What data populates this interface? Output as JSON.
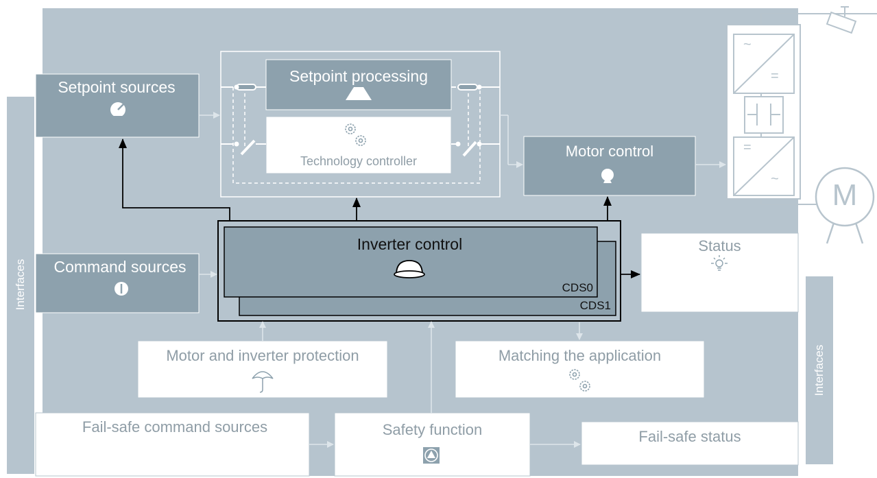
{
  "colors": {
    "background_panel": "#b6c4ce",
    "dark_block": "#8da1ad",
    "white_block": "#ffffff",
    "block_border": "#b7c4cd",
    "light_arrow": "#dde5ea",
    "dark_arrow": "#000000"
  },
  "blocks": {
    "setpoint_sources": "Setpoint sources",
    "setpoint_processing": "Setpoint processing",
    "technology_controller": "Technology controller",
    "motor_control": "Motor control",
    "command_sources": "Command sources",
    "inverter_control": "Inverter control",
    "cds0": "CDS0",
    "cds1": "CDS1",
    "status": "Status",
    "motor_inverter_protection": "Motor and inverter protection",
    "matching_application": "Matching the application",
    "fail_safe_command_sources": "Fail-safe command sources",
    "safety_function": "Safety function",
    "fail_safe_status": "Fail-safe status"
  },
  "side_labels": {
    "interfaces_left": "Interfaces",
    "interfaces_right": "Interfaces"
  },
  "converter_symbols": {
    "ac": "~",
    "dc": "=",
    "motor": "M"
  },
  "icons": [
    "gauge-icon",
    "trapezoid-ramp-icon",
    "gears-icon",
    "motor-m-icon",
    "switch-icon",
    "inverter-control-icon",
    "lightbulb-icon",
    "umbrella-icon",
    "safety-triangle-icon",
    "capacitor-icon",
    "encoder-icon"
  ]
}
